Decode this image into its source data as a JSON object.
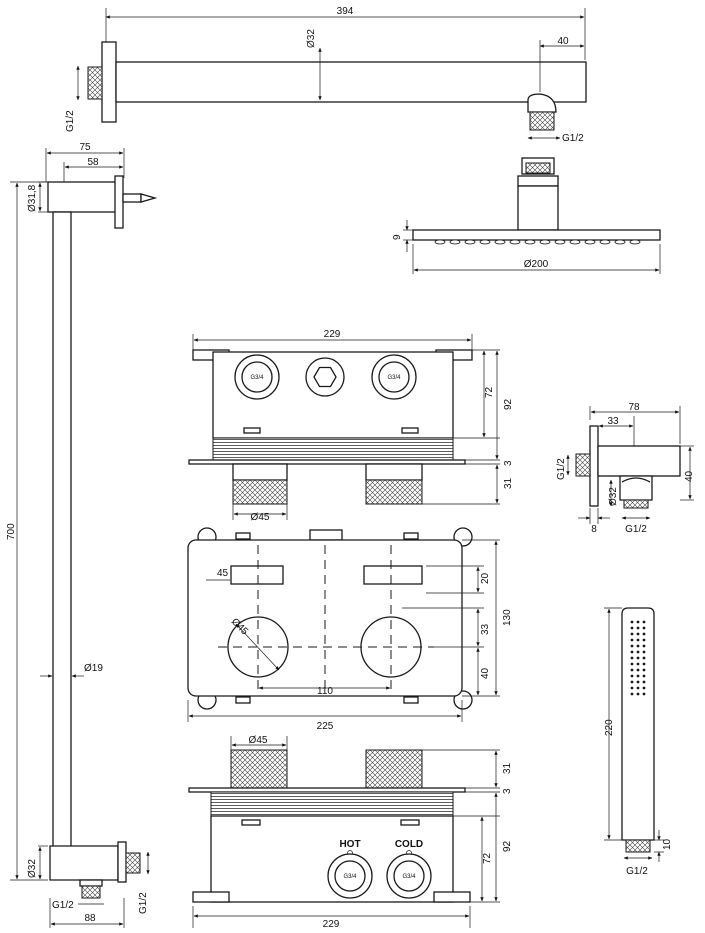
{
  "arm": {
    "length": "394",
    "diameter": "Ø32",
    "elbow": "40",
    "thread_left": "G1/2",
    "thread_right": "G1/2"
  },
  "head": {
    "height": "9",
    "diameter": "Ø200"
  },
  "rail": {
    "top_width": "75",
    "top_inner": "58",
    "bracket_diameter": "Ø31,8",
    "length": "700",
    "tube": "Ø19",
    "bottom_diameter": "Ø32",
    "thread_left": "G1/2",
    "thread_right": "G1/2",
    "bottom_width": "88"
  },
  "box_top": {
    "width": "229",
    "h72": "72",
    "h92": "92",
    "h3": "3",
    "h31": "31",
    "knob": "Ø45",
    "port_left": "G3/4",
    "port_right": "G3/4"
  },
  "front_plate": {
    "w45": "45",
    "diag": "Ø45",
    "spacing": "110",
    "width": "225",
    "h20": "20",
    "h130": "130",
    "h33": "33",
    "h40": "40"
  },
  "box_bottom": {
    "knob": "Ø45",
    "h31": "31",
    "h3": "3",
    "h72": "72",
    "h92": "92",
    "width": "229",
    "hot": "HOT",
    "cold": "COLD",
    "port_left": "G3/4",
    "port_right": "G3/4"
  },
  "outlet": {
    "width": "78",
    "inner": "33",
    "height": "40",
    "thread": "G1/2",
    "diameter": "Ø32",
    "flange": "8",
    "thread_bottom": "G1/2"
  },
  "hand_shower": {
    "length": "220",
    "end": "10",
    "thread": "G1/2"
  }
}
